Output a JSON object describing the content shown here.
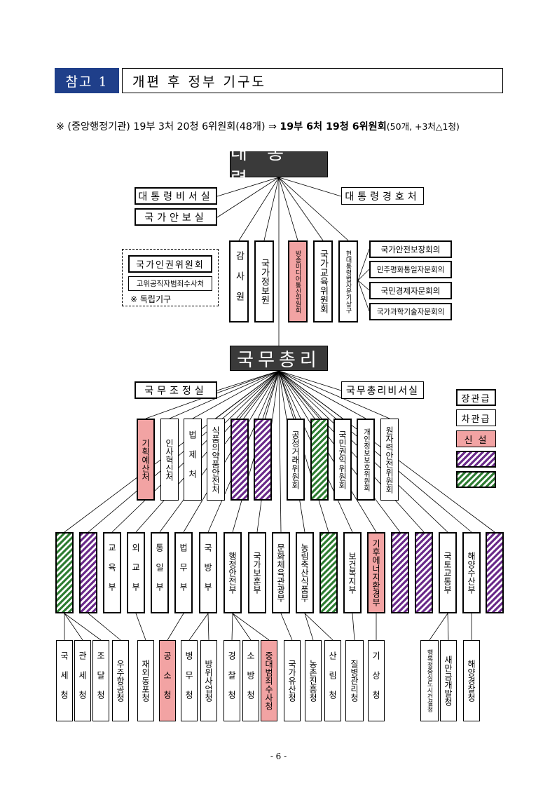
{
  "header": {
    "tag": "참고 1",
    "title": "개편 후 정부 기구도"
  },
  "summary": {
    "mark": "※",
    "before": "(중앙행정기관) 19부 3처 20청 6위원회(48개)",
    "arrow": "⇒",
    "after_bold": "19부 6처 19청 6위원회",
    "after_note": "(50개, +3처△1청)"
  },
  "president": {
    "title": "대 통 령",
    "left_offices": [
      "대통령비서실",
      "국가안보실"
    ],
    "right_office": "대통령경호처",
    "agencies": [
      {
        "name": "감사원",
        "style": "plain"
      },
      {
        "name": "국가정보원",
        "style": "plain"
      },
      {
        "name": "방송미디어통신위원회",
        "style": "new"
      },
      {
        "name": "국가교육위원회",
        "style": "plain"
      },
      {
        "name": "헌대통령법자문기상구",
        "style": "plain"
      }
    ],
    "advisory": [
      "국가안전보장회의",
      "민주평화통일자문회의",
      "국민경제자문회의",
      "국가과학기술자문회의"
    ],
    "independent": {
      "box": "국가인권위원회",
      "sub": "고위공직자범죄수사처",
      "note": "※ 독립기구"
    }
  },
  "pm": {
    "title": "국무총리",
    "left_office": "국무조정실",
    "right_office": "국무총리비서실",
    "agencies": [
      {
        "name": "기획예산처",
        "style": "new"
      },
      {
        "name": "인사혁신처",
        "style": "plain"
      },
      {
        "name": "법제처",
        "style": "plain"
      },
      {
        "name": "식품의약품안전처",
        "style": "plain"
      },
      {
        "name": "",
        "style": "pattern-purple"
      },
      {
        "name": "",
        "style": "pattern-purple"
      },
      {
        "name": "공정거래위원회",
        "style": "plain"
      },
      {
        "name": "",
        "style": "pattern-green"
      },
      {
        "name": "국민권익위원회",
        "style": "plain"
      },
      {
        "name": "개인정보보호위원회",
        "style": "plain"
      },
      {
        "name": "원자력안전위원회",
        "style": "plain"
      }
    ]
  },
  "ministries": [
    {
      "name": "",
      "style": "pattern-green"
    },
    {
      "name": "",
      "style": "pattern-purple"
    },
    {
      "name": "교육부",
      "style": "plain"
    },
    {
      "name": "외교부",
      "style": "plain"
    },
    {
      "name": "통일부",
      "style": "plain"
    },
    {
      "name": "법무부",
      "style": "plain"
    },
    {
      "name": "국방부",
      "style": "plain"
    },
    {
      "name": "행정안전부",
      "style": "plain"
    },
    {
      "name": "국가보훈부",
      "style": "plain"
    },
    {
      "name": "문화체육관광부",
      "style": "plain"
    },
    {
      "name": "농림축산식품부",
      "style": "plain"
    },
    {
      "name": "",
      "style": "pattern-green"
    },
    {
      "name": "보건복지부",
      "style": "plain"
    },
    {
      "name": "기후에너지환경부",
      "style": "new"
    },
    {
      "name": "",
      "style": "pattern-purple"
    },
    {
      "name": "",
      "style": "pattern-purple"
    },
    {
      "name": "국토교통부",
      "style": "plain"
    },
    {
      "name": "해양수산부",
      "style": "plain"
    },
    {
      "name": "",
      "style": "pattern-purple"
    }
  ],
  "services": [
    {
      "name": "국세청",
      "style": "plain"
    },
    {
      "name": "관세청",
      "style": "plain"
    },
    {
      "name": "조달청",
      "style": "plain"
    },
    {
      "name": "우주항공청",
      "style": "plain"
    },
    {
      "name": "재외동포청",
      "style": "plain"
    },
    {
      "name": "공소청",
      "style": "new"
    },
    {
      "name": "병무청",
      "style": "plain"
    },
    {
      "name": "방위사업청",
      "style": "plain"
    },
    {
      "name": "경찰청",
      "style": "plain"
    },
    {
      "name": "소방청",
      "style": "plain"
    },
    {
      "name": "중대범죄수사청",
      "style": "new"
    },
    {
      "name": "국가유산청",
      "style": "plain"
    },
    {
      "name": "농촌진흥청",
      "style": "plain"
    },
    {
      "name": "산림청",
      "style": "plain"
    },
    {
      "name": "질병관리청",
      "style": "plain"
    },
    {
      "name": "기상청",
      "style": "plain"
    },
    {
      "name": "행복정중심도시건설청",
      "style": "plain"
    },
    {
      "name": "새만금개발청",
      "style": "plain"
    },
    {
      "name": "해양경찰청",
      "style": "plain"
    }
  ],
  "legend": [
    {
      "label": "장관급",
      "style": "minister"
    },
    {
      "label": "차관급",
      "style": "vice"
    },
    {
      "label": "신 설",
      "style": "new"
    },
    {
      "label": "",
      "style": "pattern-purple"
    },
    {
      "label": "",
      "style": "pattern-green"
    }
  ],
  "page_number": "- 6 -"
}
